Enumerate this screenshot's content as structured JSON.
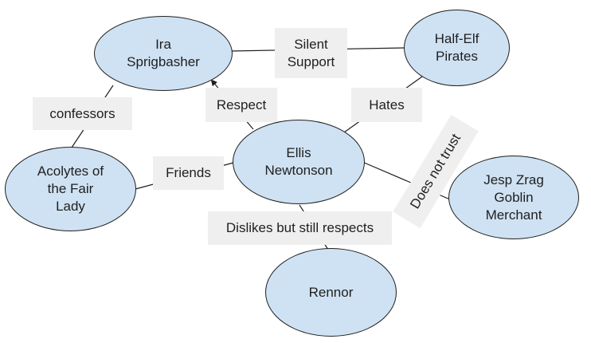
{
  "nodes": {
    "ira": "Ira\nSprigbasher",
    "half_elf": "Half-Elf\nPirates",
    "ellis": "Ellis\nNewtonson",
    "acolytes": "Acolytes of\nthe Fair\nLady",
    "jesp": "Jesp Zrag\nGoblin\nMerchant",
    "rennor": "Rennor"
  },
  "edges": {
    "silent_support": "Silent\nSupport",
    "respect": "Respect",
    "hates": "Hates",
    "confessors": "confessors",
    "friends": "Friends",
    "does_not_trust": "Does not trust",
    "dislikes": "Dislikes but still respects"
  }
}
